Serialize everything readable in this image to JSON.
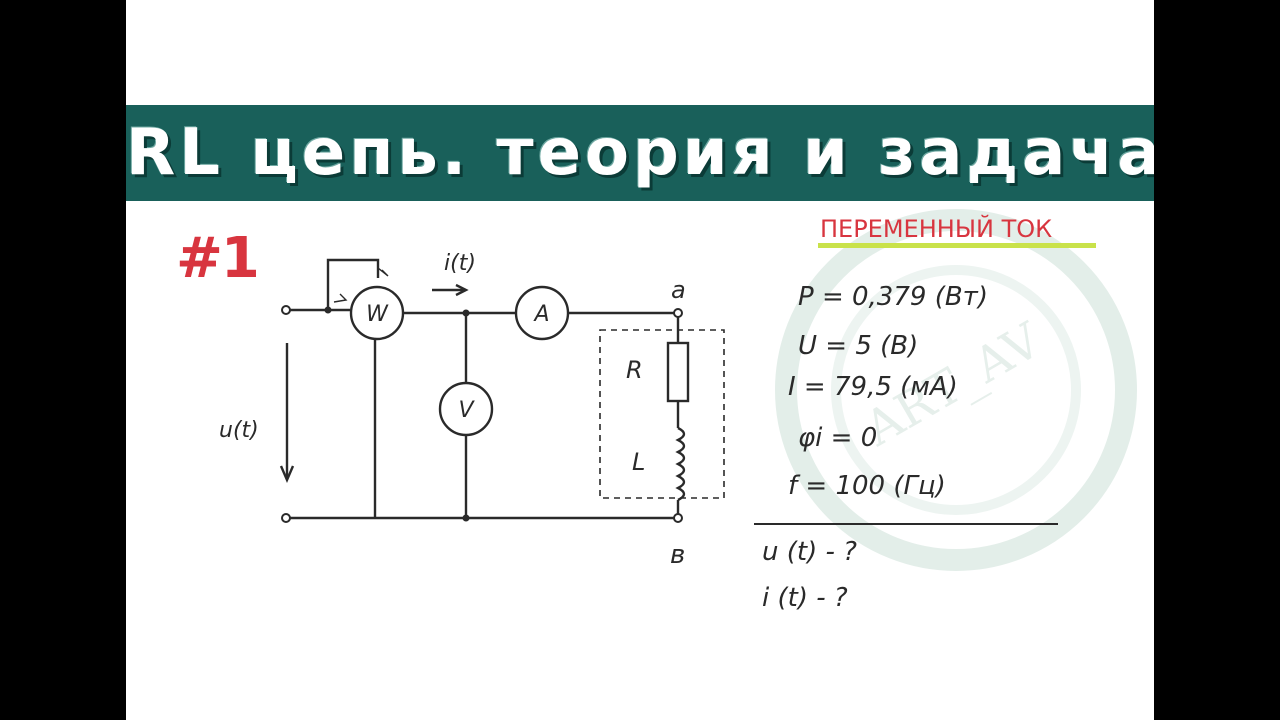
{
  "banner": {
    "title": "RL цепь. теория и задача"
  },
  "badge": "#1",
  "subtitle": "ПЕРЕМЕННЫЙ ТОК",
  "watermark": "ART_AV",
  "circuit": {
    "wattmeter": "W",
    "ammeter": "A",
    "voltmeter": "V",
    "current_label": "i(t)",
    "voltage_label": "u(t)",
    "node_a": "a",
    "node_b": "в",
    "resistor_label": "R",
    "inductor_label": "L"
  },
  "given": [
    "P = 0,379 (Вт)",
    "U = 5 (В)",
    "I = 79,5 (мА)",
    "φi = 0",
    "f = 100 (Гц)"
  ],
  "find": [
    "u (t) - ?",
    "i (t) - ?"
  ],
  "colors": {
    "banner": "#19605a",
    "accent_red": "#d8353f",
    "underline": "#c9e24a",
    "watermark": "#e3eee9"
  }
}
